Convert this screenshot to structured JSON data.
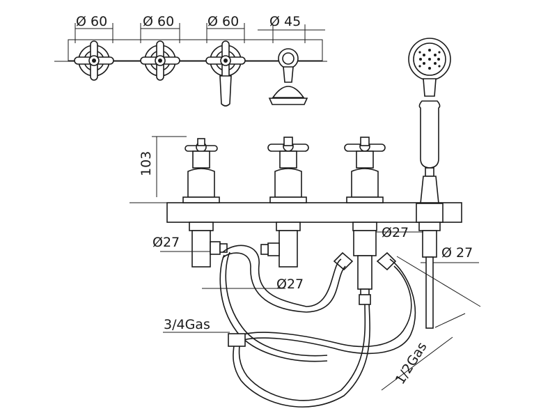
{
  "top_view": {
    "handle_diameter": "Ø 60",
    "spout_diameter": "Ø 45"
  },
  "front_view": {
    "handle_height": "103",
    "valve_left_diameter": "Ø27",
    "valve_mid_diameter": "Ø27",
    "valve_right_diameter": "Ø27",
    "hand_shower_diameter": "Ø 27",
    "inlet_thread": "3/4Gas",
    "outlet_thread": "1/2Gas"
  },
  "colors": {
    "line": "#1a1a1a",
    "background": "#ffffff"
  }
}
